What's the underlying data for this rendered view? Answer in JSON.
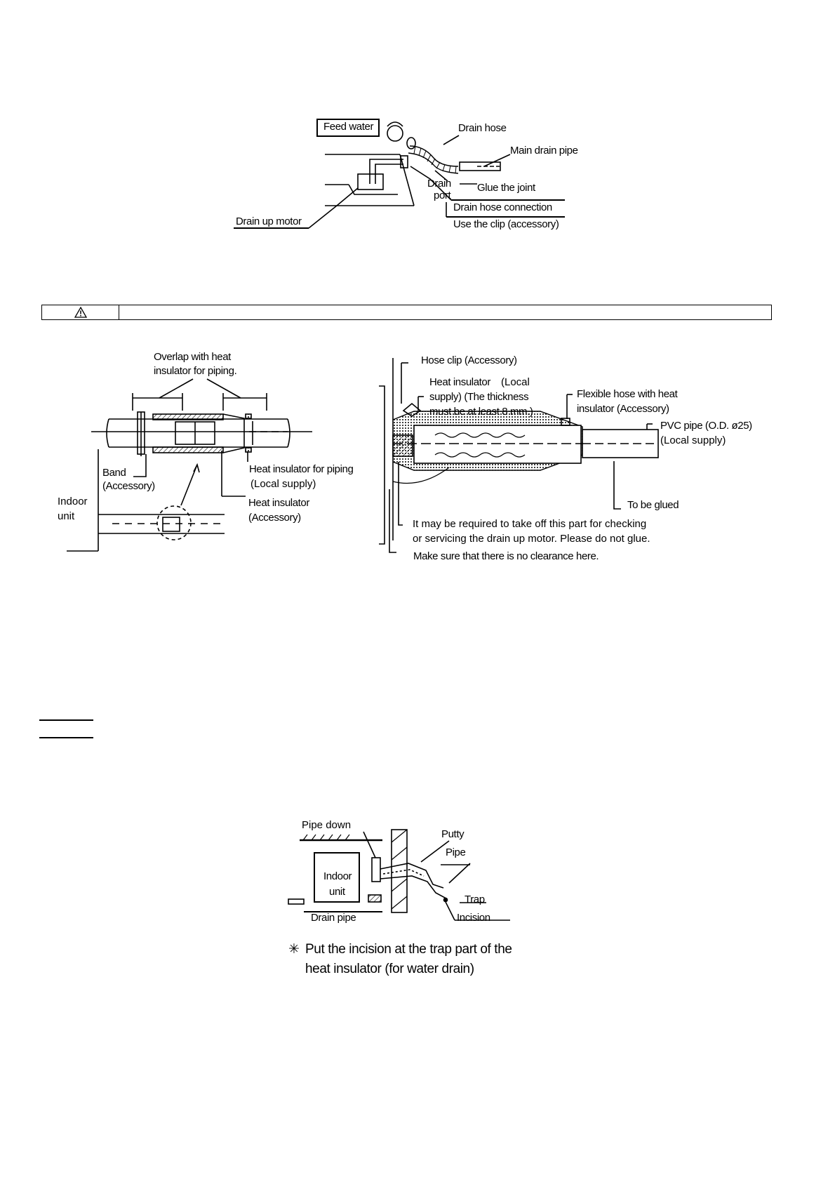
{
  "figure1": {
    "feed_water": "Feed water",
    "drain_hose": "Drain hose",
    "main_drain_pipe": "Main drain pipe",
    "drain_port_line1": "Drain",
    "drain_port_line2": "port",
    "glue_the_joint": "Glue the joint",
    "drain_hose_connection": "Drain hose connection",
    "use_the_clip": "Use the clip (accessory)",
    "drain_up_motor": "Drain up motor"
  },
  "warning_table": {
    "icon": "warning-triangle-icon",
    "text": ""
  },
  "figure2_left": {
    "overlap_line1": "Overlap with heat",
    "overlap_line2": "insulator for piping.",
    "band_line1": "Band",
    "band_line2": "(Accessory)",
    "heat_insulator_piping": "Heat insulator for piping",
    "local_supply": "(Local supply)",
    "indoor_line1": "Indoor",
    "indoor_line2": "unit",
    "heat_insulator_line1": "Heat insulator",
    "heat_insulator_line2": "(Accessory)"
  },
  "figure2_right": {
    "hose_clip": "Hose clip (Accessory)",
    "heat_insulator_line1a": "Heat insulator",
    "heat_insulator_line1b": "(Local",
    "heat_insulator_line2": "supply) (The thickness",
    "heat_insulator_line3": "must be at least 8 mm.)",
    "flexible_line1": "Flexible hose with heat",
    "flexible_line2": "insulator (Accessory)",
    "pvc_pipe": "PVC pipe (O.D. ø25)",
    "pvc_local_supply": "(Local supply)",
    "to_be_glued": "To be glued",
    "take_off_line1": "It may be required to take off this part for checking",
    "take_off_line2": "or servicing the drain up motor. Please do not glue.",
    "no_clearance": "Make sure that there is no clearance here."
  },
  "figure3": {
    "pipe_down": "Pipe down",
    "putty": "Putty",
    "pipe": "Pipe",
    "indoor_line1": "Indoor",
    "indoor_line2": "unit",
    "trap": "Trap",
    "drain_pipe": "Drain pipe",
    "incision": "Incision",
    "note_mark": "✳",
    "note_line1": "Put the incision at the trap part of the",
    "note_line2": "heat insulator (for water drain)"
  }
}
